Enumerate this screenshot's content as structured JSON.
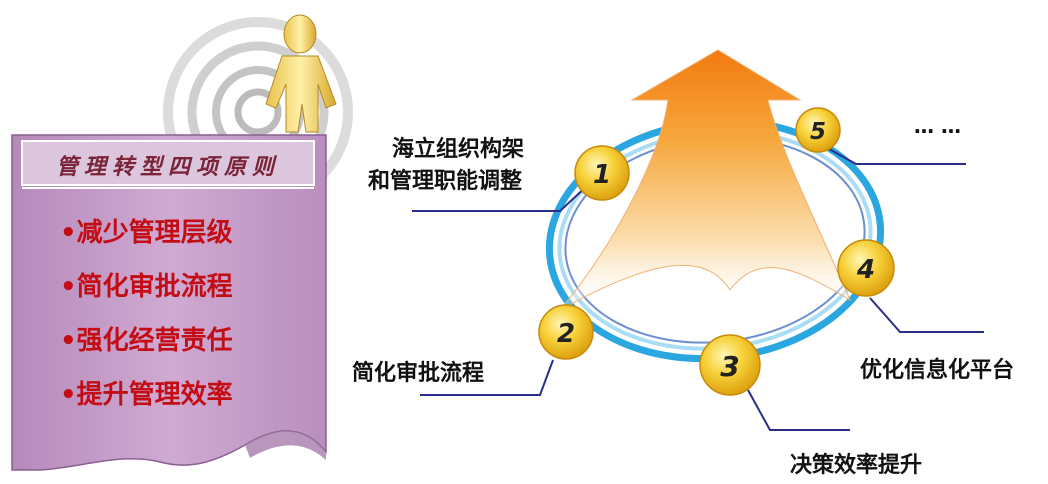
{
  "panel": {
    "title": "管理转型四项原则",
    "items": [
      "•减少管理层级",
      "•简化审批流程",
      "•强化经营责任",
      "•提升管理效率"
    ]
  },
  "nodes": [
    {
      "number": "1",
      "label_line1": "海立组织构架",
      "label_line2": "和管理职能调整"
    },
    {
      "number": "2",
      "label": "简化审批流程"
    },
    {
      "number": "3",
      "label": "决策效率提升"
    },
    {
      "number": "4",
      "label": "优化信息化平台"
    },
    {
      "number": "5",
      "label": "… …"
    }
  ],
  "colors": {
    "panel_fill": "#c9a0cc",
    "panel_header": "#d9c2dc",
    "item_text": "#c40c14",
    "ring": "#2aa6e0",
    "ball": "#f4c21a",
    "arrow": "#f28d16",
    "leader": "#2a2e8a"
  }
}
